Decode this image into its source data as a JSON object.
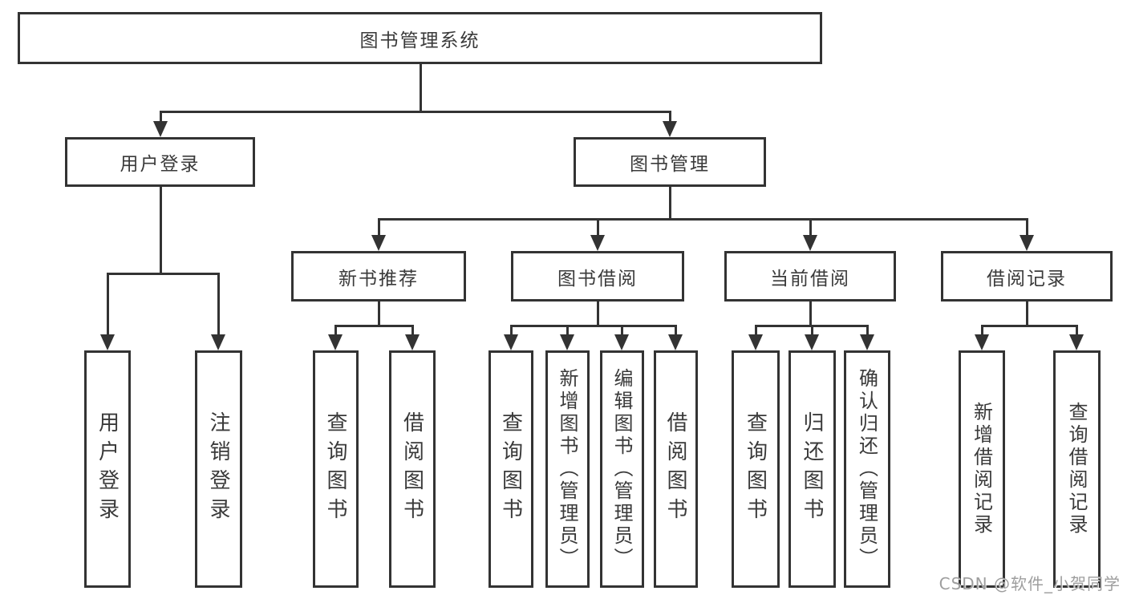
{
  "tree": {
    "label": "图书管理系统",
    "children": [
      {
        "label": "用户登录",
        "children": [
          {
            "label": "用户登录"
          },
          {
            "label": "注销登录"
          }
        ]
      },
      {
        "label": "图书管理",
        "children": [
          {
            "label": "新书推荐",
            "children": [
              {
                "label": "查询图书"
              },
              {
                "label": "借阅图书"
              }
            ]
          },
          {
            "label": "图书借阅",
            "children": [
              {
                "label": "查询图书"
              },
              {
                "label": "新增图书（管理员）"
              },
              {
                "label": "编辑图书（管理员）"
              },
              {
                "label": "借阅图书"
              }
            ]
          },
          {
            "label": "当前借阅",
            "children": [
              {
                "label": "查询图书"
              },
              {
                "label": "归还图书"
              },
              {
                "label": "确认归还（管理员）"
              }
            ]
          },
          {
            "label": "借阅记录",
            "children": [
              {
                "label": "新增借阅记录"
              },
              {
                "label": "查询借阅记录"
              }
            ]
          }
        ]
      }
    ]
  },
  "watermark": {
    "text": "CSDN @软件_小贺同学"
  },
  "colors": {
    "line": "#333333",
    "box_border": "#333333",
    "box_background": "#ffffff",
    "page_background": "#ffffff",
    "watermark": "#9e9e9e"
  }
}
